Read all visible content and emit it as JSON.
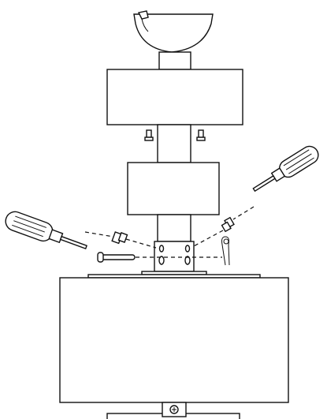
{
  "figure": {
    "kind": "exploded-assembly-diagram",
    "line_color": "#111111",
    "background": "#ffffff",
    "parts": [
      "canopy",
      "hanger-ball-top",
      "upper-shroud",
      "mount-screws",
      "middle-shroud",
      "downrod-coupling",
      "set-screw",
      "cross-pin",
      "hairpin-clip",
      "screwdriver-left",
      "screwdriver-right",
      "motor-housing",
      "lower-screw"
    ]
  }
}
